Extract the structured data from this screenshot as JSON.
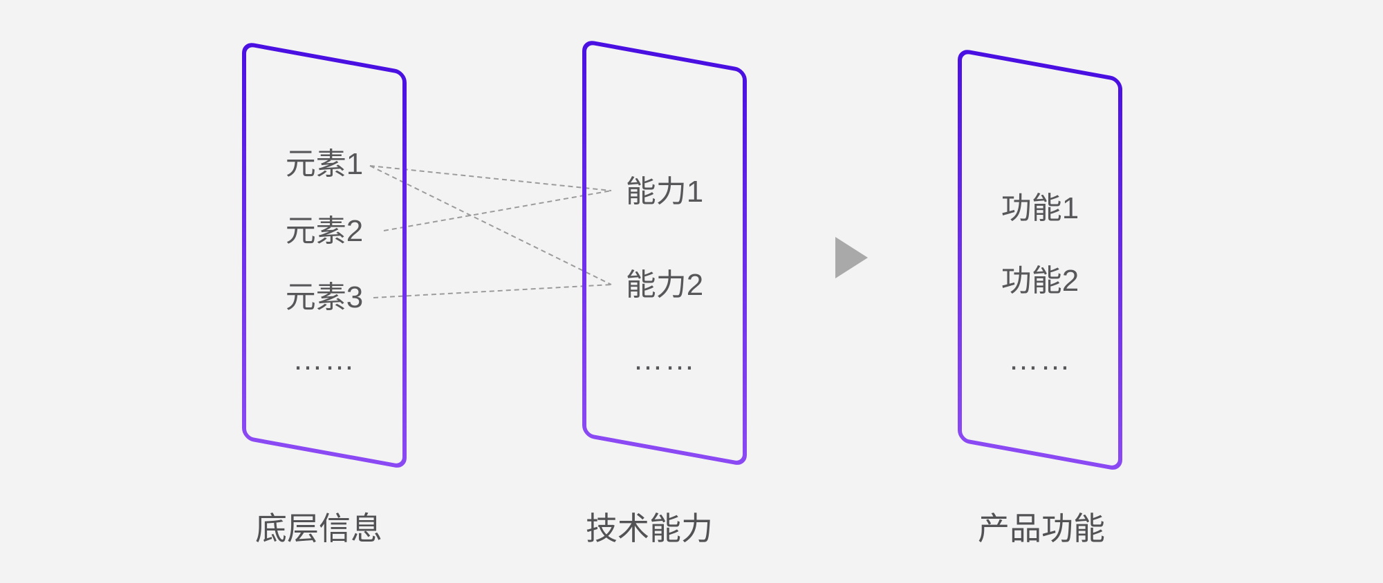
{
  "diagram": {
    "columns": [
      {
        "label": "底层信息",
        "items": [
          "元素1",
          "元素2",
          "元素3",
          "……"
        ]
      },
      {
        "label": "技术能力",
        "items": [
          "能力1",
          "能力2",
          "……"
        ]
      },
      {
        "label": "产品功能",
        "items": [
          "功能1",
          "功能2",
          "……"
        ]
      }
    ],
    "connections": [
      {
        "from": "元素1",
        "to": "能力1"
      },
      {
        "from": "元素1",
        "to": "能力2"
      },
      {
        "from": "元素2",
        "to": "能力1"
      },
      {
        "from": "元素3",
        "to": "能力2"
      }
    ],
    "arrow_icon": "right-triangle-arrow"
  },
  "colors": {
    "background": "#f3f3f4",
    "text": "#57575a",
    "label_text": "#525255",
    "panel_border_top": "#4a10e2",
    "panel_border_bottom": "#8a49f2",
    "connector": "#9b9b9b",
    "arrow": "#a9a9a9"
  }
}
